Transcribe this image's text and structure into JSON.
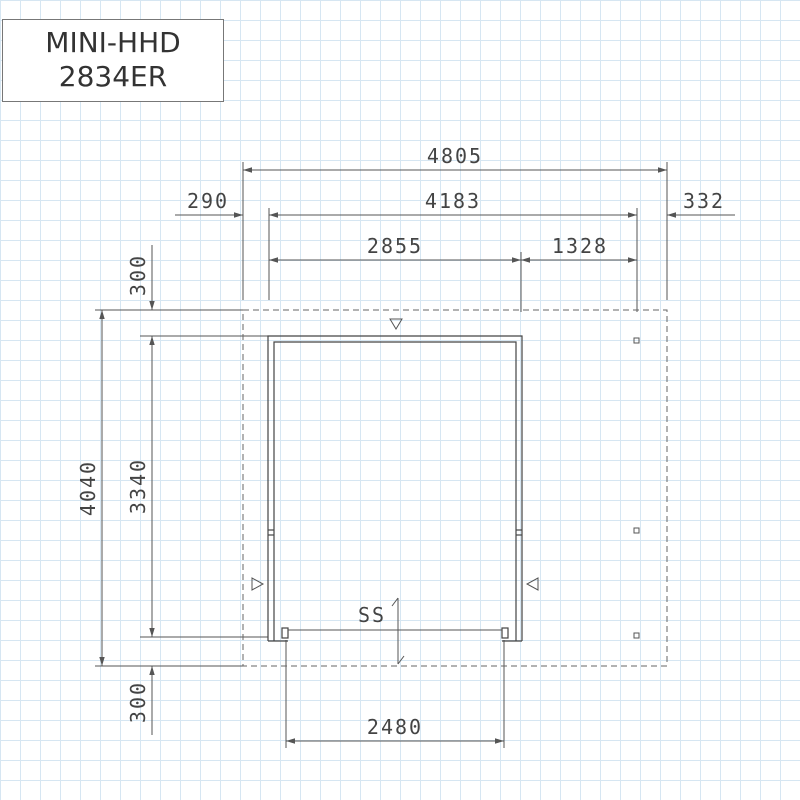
{
  "title": {
    "line1": "MINI-HHD",
    "line2": "2834ER"
  },
  "dimensions": {
    "overall_width": "4805",
    "left_overhang": "290",
    "inner_width": "4183",
    "right_overhang": "332",
    "main_width": "2855",
    "side_width": "1328",
    "overall_depth": "4040",
    "inner_depth": "3340",
    "top_overhang": "300",
    "bottom_overhang": "300",
    "door_width": "2480"
  },
  "labels": {
    "section_marker": "SS"
  }
}
